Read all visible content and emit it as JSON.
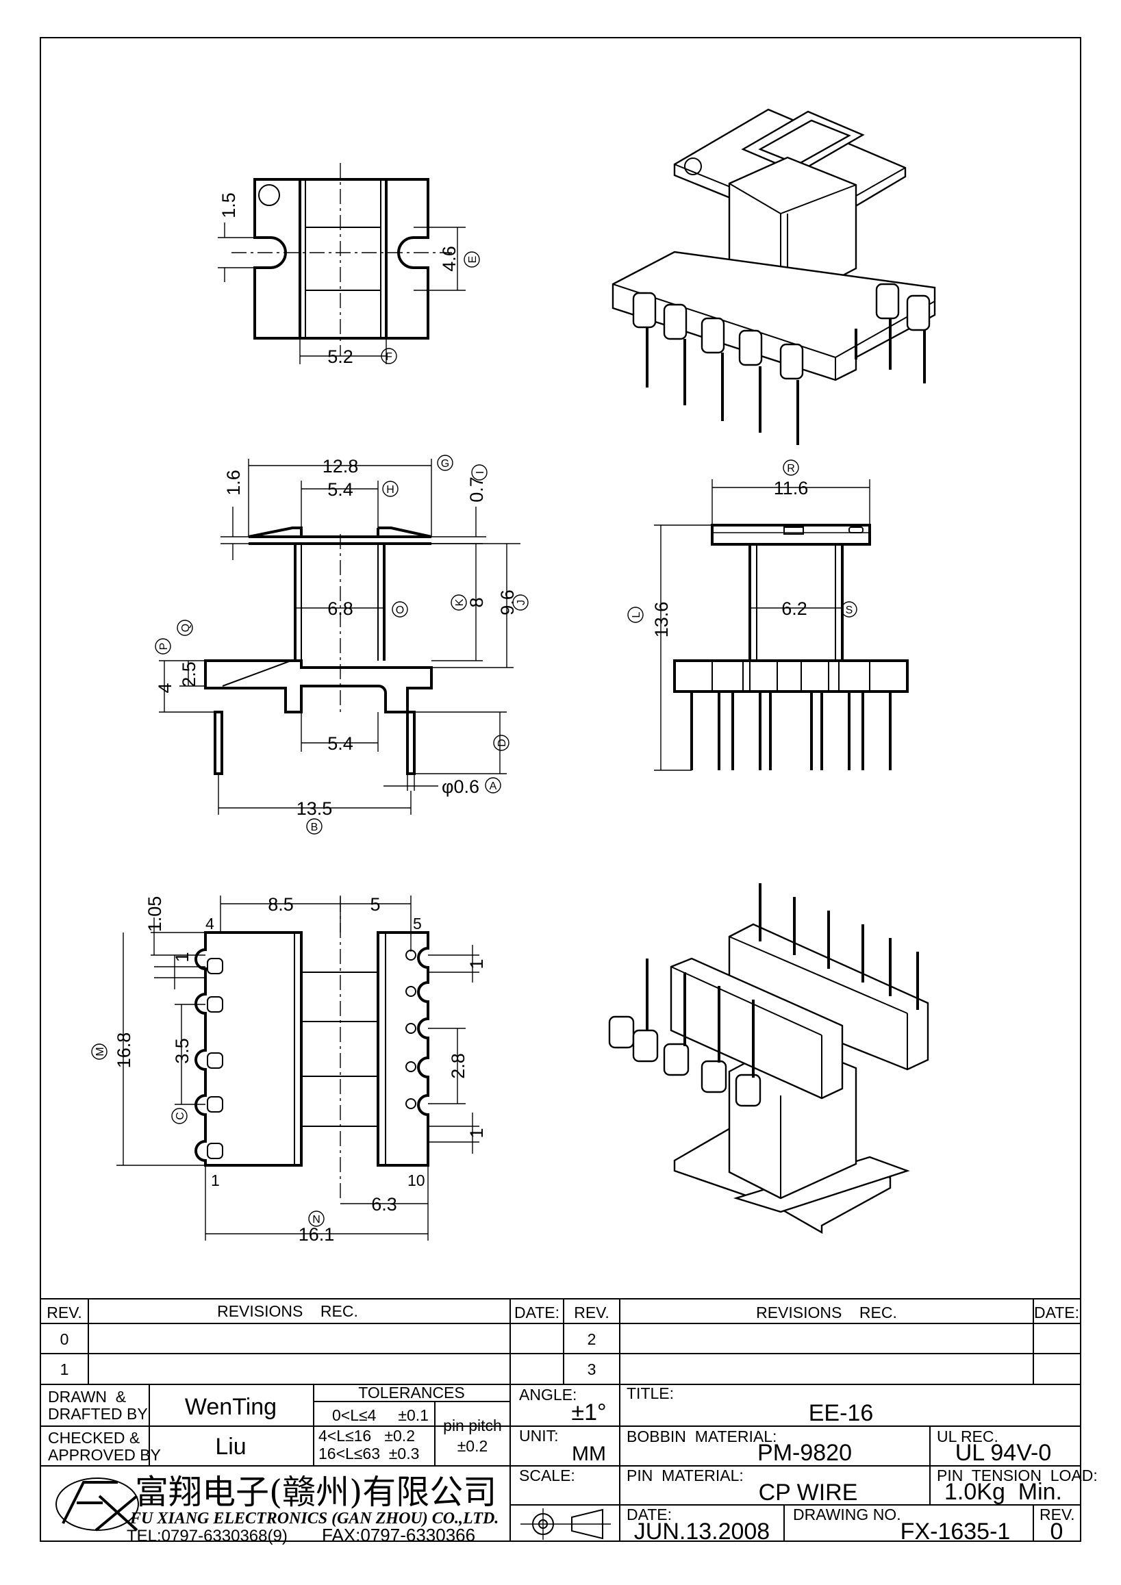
{
  "top_view": {
    "dim_pitch": "1.5",
    "dim_core_width": "4.6",
    "dim_core_depth": "5.2",
    "ref_e": "E",
    "ref_f": "F"
  },
  "front_view": {
    "dim_top_width": "12.8",
    "ref_g": "G",
    "dim_slot": "5.4",
    "ref_h": "H",
    "dim_flange": "1.6",
    "dim_lip": "0.7",
    "ref_i": "I",
    "dim_core": "6.8",
    "ref_o": "O",
    "dim_window": "8",
    "ref_k": "K",
    "dim_height": "9.6",
    "ref_j": "J",
    "ref_p": "P",
    "ref_q": "Q",
    "dim_base": "4",
    "dim_base_inner": "2.5",
    "dim_bottom_slot": "5.4",
    "ref_d": "D",
    "dim_pin_dia": "φ0.6",
    "ref_a": "A",
    "dim_pin_span": "13.5",
    "ref_b": "B"
  },
  "side_view": {
    "dim_top": "11.6",
    "ref_r": "R",
    "dim_height": "13.6",
    "ref_l": "L",
    "dim_core": "6.2",
    "ref_s": "S"
  },
  "bottom_view": {
    "dim_left": "8.5",
    "dim_right": "5",
    "dim_offset": "1.05",
    "dim_step": "1",
    "dim_total": "16.8",
    "ref_m": "M",
    "dim_pitch": "3.5",
    "ref_c": "C",
    "dim_right_pitch": "2.8",
    "dim_r1": "1",
    "dim_r2": "1",
    "dim_right_depth": "6.3",
    "dim_total_width": "16.1",
    "ref_n": "N",
    "pin_4": "4",
    "pin_5": "5",
    "pin_1": "1",
    "pin_10": "10"
  },
  "revision_table": {
    "left": {
      "rev_header": "REV.",
      "rev_rec_header": "REVISIONS    REC.",
      "date_header": "DATE:",
      "rows": [
        "0",
        "1"
      ]
    },
    "right": {
      "rev_header": "REV.",
      "rev_rec_header": "REVISIONS    REC.",
      "date_header": "DATE:",
      "rows": [
        "2",
        "3"
      ]
    }
  },
  "title_block": {
    "drawn_label_1": "DRAWN  &",
    "drawn_label_2": "DRAFTED BY",
    "drawn_by": "WenTing",
    "checked_label_1": "CHECKED &",
    "checked_label_2": "APPROVED BY",
    "checked_by": "Liu",
    "tolerances_label": "TOLERANCES",
    "tol_1": "0<L≤4     ±0.1",
    "tol_2": "4<L≤16   ±0.2",
    "tol_3": "16<L≤63  ±0.3",
    "pin_pitch_label": "pin pitch",
    "pin_pitch_tol": "±0.2",
    "angle_label": "ANGLE:",
    "angle_value": "±1°",
    "unit_label": "UNIT:",
    "unit_value": "MM",
    "scale_label": "SCALE:",
    "title_label": "TITLE:",
    "title_value": "EE-16",
    "bobbin_material_label": "BOBBIN  MATERIAL:",
    "bobbin_material_value": "PM-9820",
    "ul_label": "UL REC.",
    "ul_value": "UL 94V-0",
    "pin_material_label": "PIN  MATERIAL:",
    "pin_material_value": "CP WIRE",
    "pin_tension_label": "PIN  TENSION  LOAD:",
    "pin_tension_value": "1.0Kg  Min.",
    "date_label": "DATE:",
    "date_value": "JUN.13.2008",
    "drawing_no_label": "DRAWING NO.",
    "drawing_no_value": "FX-1635-1",
    "rev_label": "REV.",
    "rev_value": "0",
    "company_cn": "富翔电子(赣州)有限公司",
    "company_en": "FU XIANG ELECTRONICS (GAN ZHOU) CO.,LTD.",
    "tel": "TEL:0797-6330368(9)",
    "fax": "FAX:0797-6330366"
  }
}
